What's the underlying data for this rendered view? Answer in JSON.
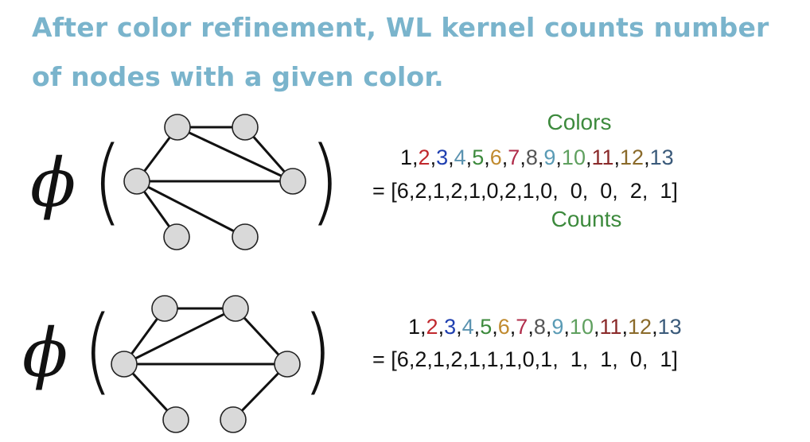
{
  "title": "After color refinement, WL kernel counts number of nodes with a given color.",
  "phi_symbol": "ϕ",
  "open_paren": "(",
  "close_paren": ")",
  "colors_label": "Colors",
  "counts_label": "Counts",
  "equals_prefix": "= [",
  "close_bracket": "]",
  "color_indices": [
    "1",
    "2",
    "3",
    "4",
    "5",
    "6",
    "7",
    "8",
    "9",
    "10",
    "11",
    "12",
    "13"
  ],
  "index_colors": [
    "#111111",
    "#c0282d",
    "#1f3fb0",
    "#5b93b0",
    "#3d8a3d",
    "#c08a2e",
    "#b02c4a",
    "#555555",
    "#5a9bb5",
    "#5fa05f",
    "#8a2a2a",
    "#8a6a2a",
    "#3a5a7a"
  ],
  "graph1": {
    "counts": [
      "6",
      "2",
      "1",
      "2",
      "1",
      "0",
      "2",
      "1",
      "0",
      "0",
      "0",
      "2",
      "1"
    ]
  },
  "graph2": {
    "counts": [
      "6",
      "2",
      "1",
      "2",
      "1",
      "1",
      "1",
      "0",
      "1",
      "1",
      "1",
      "0",
      "1"
    ]
  }
}
